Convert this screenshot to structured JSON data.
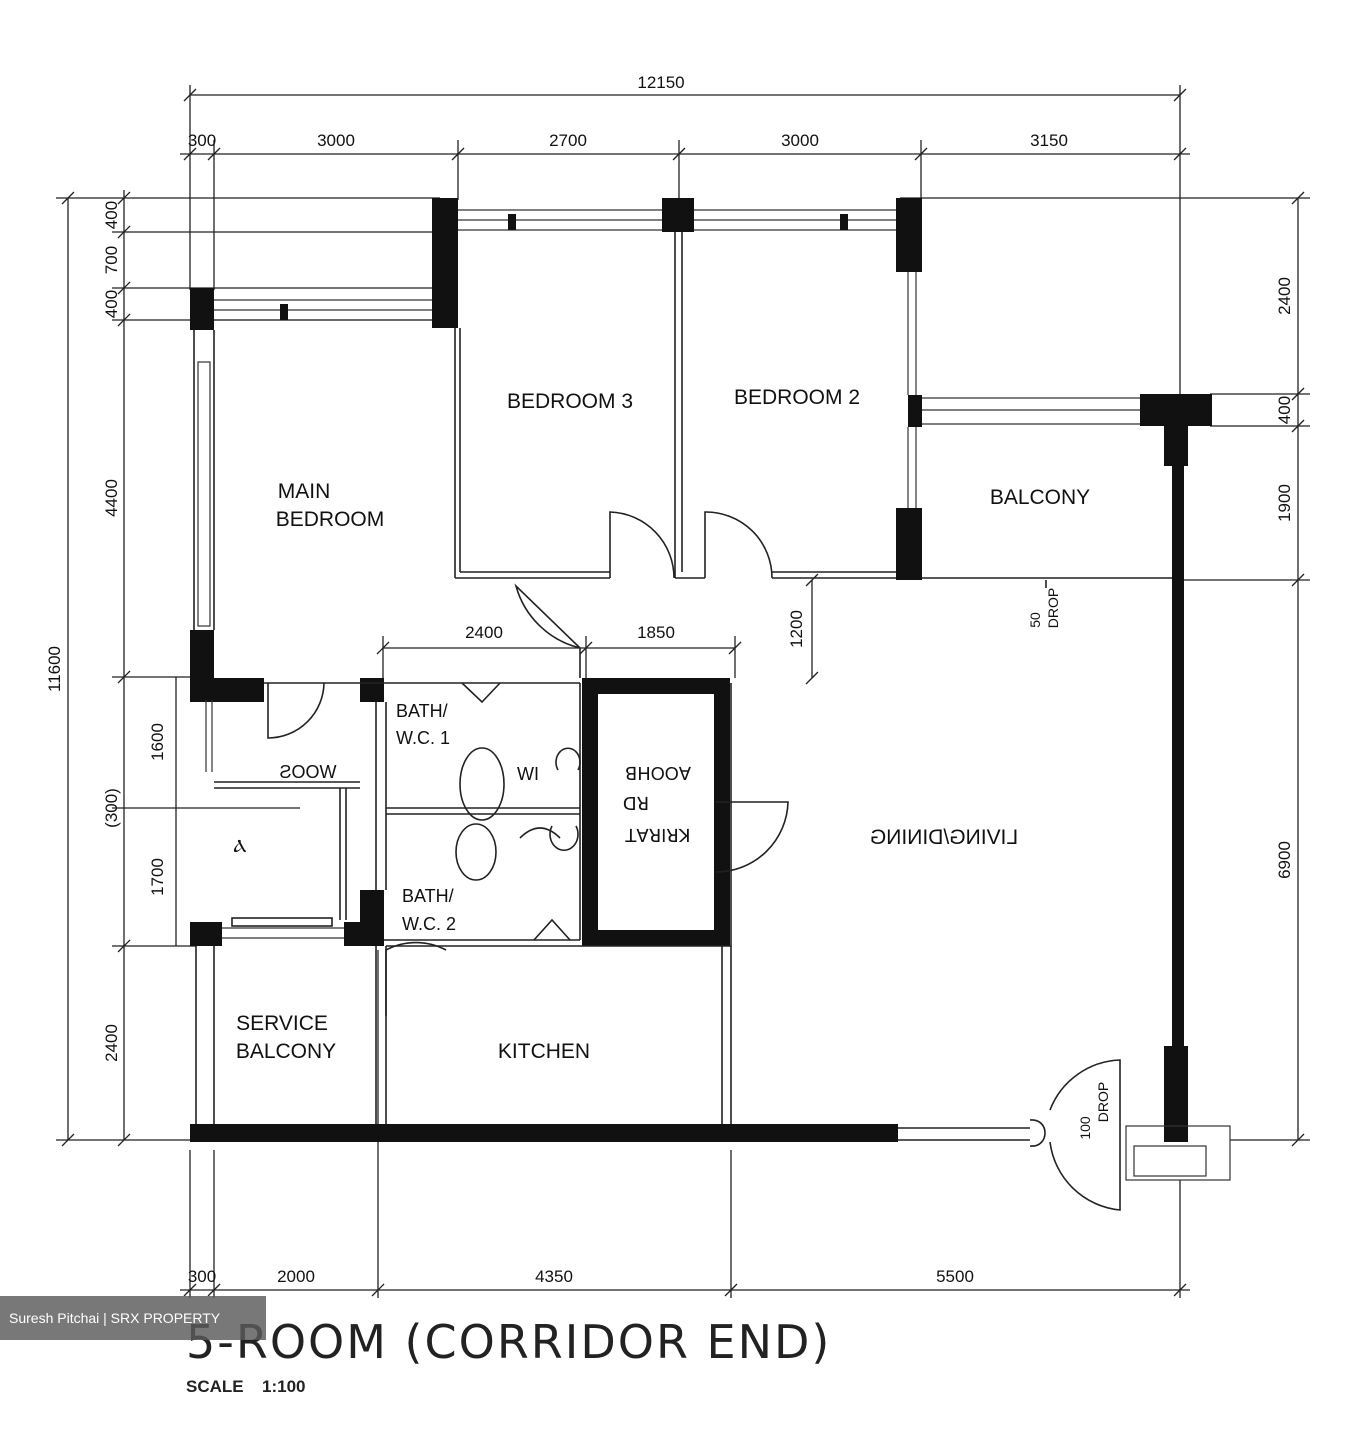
{
  "plan": {
    "title": "5-ROOM (CORRIDOR END)",
    "scale_label": "SCALE",
    "scale_value": "1:100"
  },
  "dimensions": {
    "top_total": "12150",
    "top": [
      "300",
      "3000",
      "2700",
      "3000",
      "3150"
    ],
    "bottom": [
      "300",
      "2000",
      "4350",
      "5500"
    ],
    "left_total": "11600",
    "left": [
      "400",
      "700",
      "400",
      "4400",
      "1600",
      "1700",
      "2400"
    ],
    "left_partial": "(300)",
    "right": [
      "2400",
      "400",
      "1900",
      "6900"
    ],
    "inner_2400": "2400",
    "inner_1850": "1850",
    "inner_1200": "1200"
  },
  "rooms": {
    "main_bedroom_l1": "MAIN",
    "main_bedroom_l2": "BEDROOM",
    "bedroom3": "BEDROOM 3",
    "bedroom2": "BEDROOM 2",
    "balcony": "BALCONY",
    "bath1_l1": "BATH/",
    "bath1_l2": "W.C. 1",
    "bath2_l1": "BATH/",
    "bath2_l2": "W.C. 2",
    "service_balcony_l1": "SERVICE",
    "service_balcony_l2": "BALCONY",
    "kitchen": "KITCHEN",
    "store_label": "ƧOOW",
    "utility_label": "Ⲁ",
    "household_shelter_l1": "ꓭꓧOOꓯ",
    "household_shelter_l2": "ꓷꓤ",
    "household_shelter_l3": "ꓕꓯꓤIꓤꓘ",
    "living_dining": "LIVING/DINING",
    "wc_label": "WI"
  },
  "notes": {
    "drop50_value": "50",
    "drop50_word": "DROP",
    "drop100_value": "100",
    "drop100_word": "DROP"
  },
  "watermark": "Suresh Pitchai | SRX PROPERTY"
}
